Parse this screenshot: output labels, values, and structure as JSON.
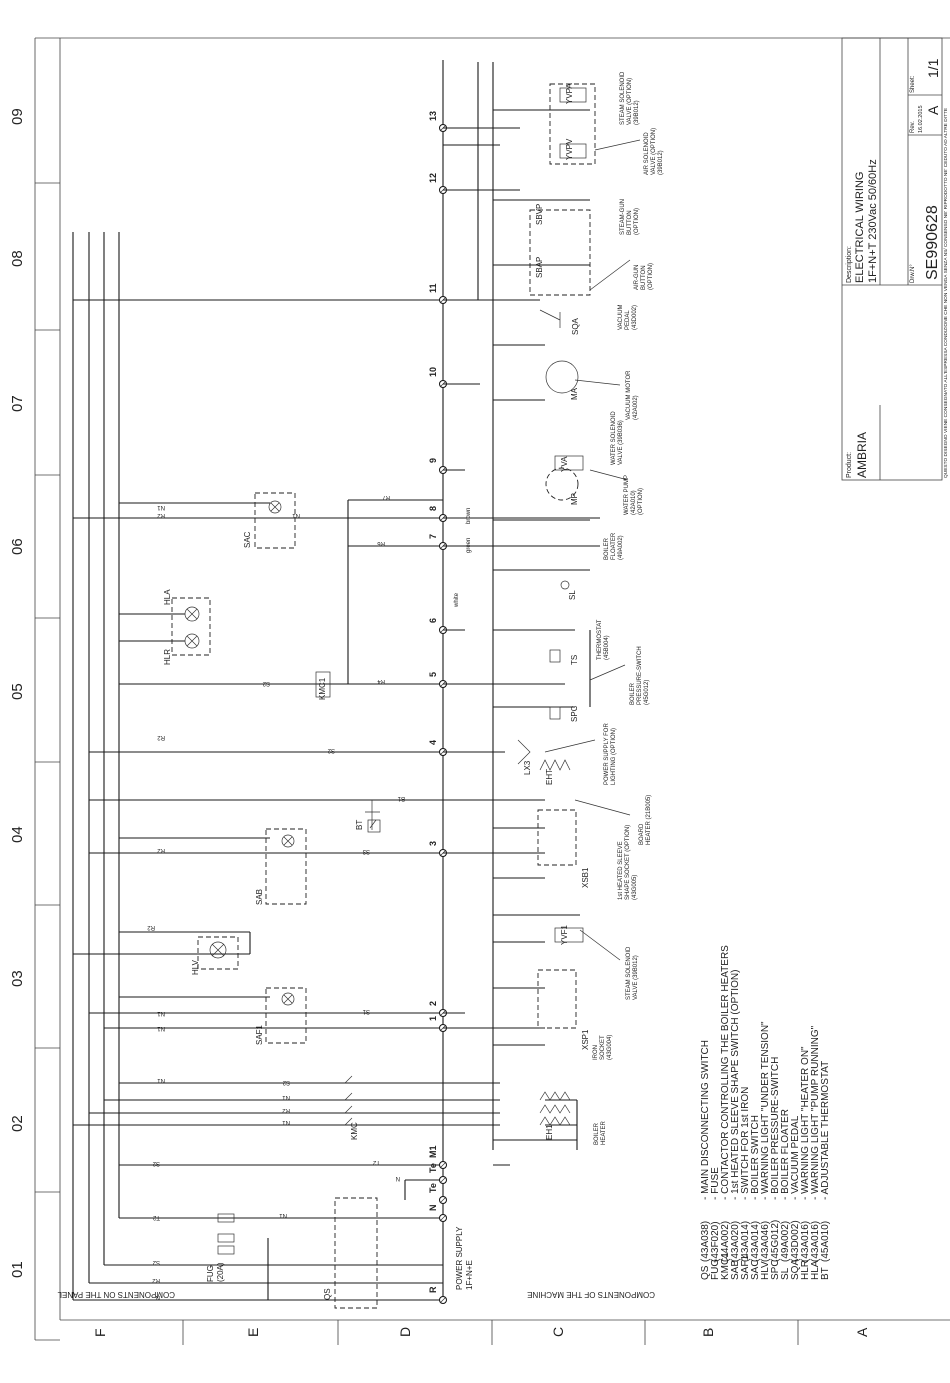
{
  "grid": {
    "columns": [
      "09",
      "08",
      "07",
      "06",
      "05",
      "04",
      "03",
      "02",
      "01"
    ],
    "rows": [
      "A",
      "B",
      "C",
      "D",
      "E",
      "F"
    ]
  },
  "title_block": {
    "description_label": "Description:",
    "description_line1": "ELECTRICAL WIRING",
    "description_line2": "1F+N+T 230Vac 50/60Hz",
    "product_label": "Product:",
    "product": "AMBRIA",
    "drw_label": "Drw.N°",
    "drawing_number": "SE990628",
    "rev_label": "Rev.",
    "revision": "A",
    "rev_date": "16.02.2015",
    "sheet_label": "Sheet:",
    "sheet": "1/1",
    "notice": "QUESTO DISEGNO VIENE CONSEGNATO ALL'ESPRESSA CONDIZIONE CHE NON VENGA SENZA NS/ CONSENSO NE' RIPRODOTTO NE' CEDUTO AD ALTRE DITTE"
  },
  "sections": {
    "panel": "COMPONENTS ON THE PANEL",
    "machine": "COMPONENTS OF THE MACHINE"
  },
  "power_supply": {
    "label": "POWER SUPPLY",
    "spec": "1F+N+E"
  },
  "busbars": [
    "R2",
    "S2",
    "T2",
    "N1"
  ],
  "terminals": [
    "R",
    "N",
    "Te",
    "Te",
    "M1",
    "1",
    "2",
    "3",
    "4",
    "5",
    "6",
    "7",
    "8",
    "9",
    "10",
    "11",
    "12",
    "13"
  ],
  "component_tags": {
    "qs": "QS",
    "fug": "FUG",
    "fug_rating": "(20A)",
    "kmc": "KMC",
    "kmc1": "KMC1",
    "saf1": "SAF1",
    "sab": "SAB",
    "sac": "SAC",
    "hlv": "HLV",
    "hlr": "HLR",
    "hla": "HLA",
    "bt": "BT",
    "eh1": "EH1",
    "eht": "EHT",
    "xsp1": "XSP1",
    "xsb1": "XSB1",
    "yvf1": "YVF1",
    "yva": "YVA",
    "yvpv": "YVPV",
    "yvpa": "YVPA",
    "ma": "MA",
    "mp": "MP",
    "sqa": "SQA",
    "sbap": "SBAP",
    "sbvp": "SBVP",
    "sl": "SL",
    "ts": "TS",
    "spc": "SPC",
    "lx3": "LX3"
  },
  "component_notes": {
    "boiler_heater": [
      "BOILER",
      "HEATER"
    ],
    "iron_socket": [
      "IRON",
      "SOCKET",
      "(43G004)"
    ],
    "steam_valve": [
      "STEAM SOLENOID",
      "VALVE (39B012)"
    ],
    "sleeve_socket": [
      "1st HEATED SLEEVE",
      "SHAPE SOCKET (OPTION)",
      "(43G005)"
    ],
    "board_heater": [
      "BOARD",
      "HEATER (21B005)"
    ],
    "lighting": [
      "POWER SUPPLY FOR",
      "LIGHTING (OPTION)"
    ],
    "pressure_switch": [
      "BOILER",
      "PRESSURE-SWITCH",
      "(45G012)"
    ],
    "thermostat": [
      "THERMOSTAT",
      "(45B004)"
    ],
    "floater": [
      "BOILER",
      "FLOATER",
      "(49A002)"
    ],
    "water_pump": [
      "WATER PUMP",
      "(42A010)",
      "(OPTION)"
    ],
    "water_valve": [
      "WATER SOLENOID",
      "VALVE (39B036)"
    ],
    "vacuum_motor": [
      "VACUUM MOTOR",
      "(42A002)"
    ],
    "vacuum_pedal": [
      "VACUUM",
      "PEDAL",
      "(43D002)"
    ],
    "air_gun": [
      "AIR-GUN",
      "BUTTON",
      "(OPTION)"
    ],
    "steam_gun": [
      "STEAM-GUN",
      "BUTTON",
      "(OPTION)"
    ],
    "air_valve": [
      "AIR SOLENOID",
      "VALVE (OPTION)",
      "(39B012)"
    ],
    "steam_valve2": [
      "STEAM SOLENOID",
      "VALVE (OPTION)",
      "(39B012)"
    ]
  },
  "wire_labels": {
    "green": "green",
    "white": "white",
    "brown": "brown",
    "panel": [
      "N1",
      "R2",
      "N1",
      "R2",
      "R2",
      "N1",
      "N1",
      "N1",
      "S2",
      "N1",
      "R2",
      "N1",
      "S2",
      "N1",
      "T2",
      "S2",
      "R2",
      "N",
      "T2",
      "S2",
      "R2"
    ],
    "machine": [
      "R7",
      "R6",
      "R4",
      "S2",
      "B1",
      "S3",
      "S1",
      "N"
    ]
  },
  "legend": [
    {
      "code": "QS",
      "ref": "(43A038)",
      "desc": "MAIN DISCONNECTING SWITCH"
    },
    {
      "code": "FUG",
      "ref": "(43F020)",
      "desc": "FUSE"
    },
    {
      "code": "KMC1",
      "ref": "(44A002)",
      "desc": "CONTACTOR CONTROLLING THE BOILER HEATERS"
    },
    {
      "code": "SAB",
      "ref": "(43A020)",
      "desc": "1st HEATED SLEEVE SHAPE SWITCH (OPTION)"
    },
    {
      "code": "SAF1",
      "ref": "(43A014)",
      "desc": "SWITCH FOR 1st IRON"
    },
    {
      "code": "SAC",
      "ref": "(43A014)",
      "desc": "BOILER SWITCH"
    },
    {
      "code": "HLV",
      "ref": "(43A046)",
      "desc": "WARNING LIGHT \"UNDER TENSION\""
    },
    {
      "code": "SPC",
      "ref": "(45G012)",
      "desc": "BOILER PRESSURE-SWITCH"
    },
    {
      "code": "SL",
      "ref": "(49A002)",
      "desc": "BOILER FLOATER"
    },
    {
      "code": "SQA",
      "ref": "(43D002)",
      "desc": "VACUUM PEDAL"
    },
    {
      "code": "HLR",
      "ref": "(43A016)",
      "desc": "WARNING LIGHT \"HEATER ON\""
    },
    {
      "code": "HLA",
      "ref": "(43A016)",
      "desc": "WARNING LIGHT \"PUMP RUNNING\""
    },
    {
      "code": "BT",
      "ref": "(45A010)",
      "desc": "ADJUSTABLE THERMOSTAT"
    }
  ]
}
